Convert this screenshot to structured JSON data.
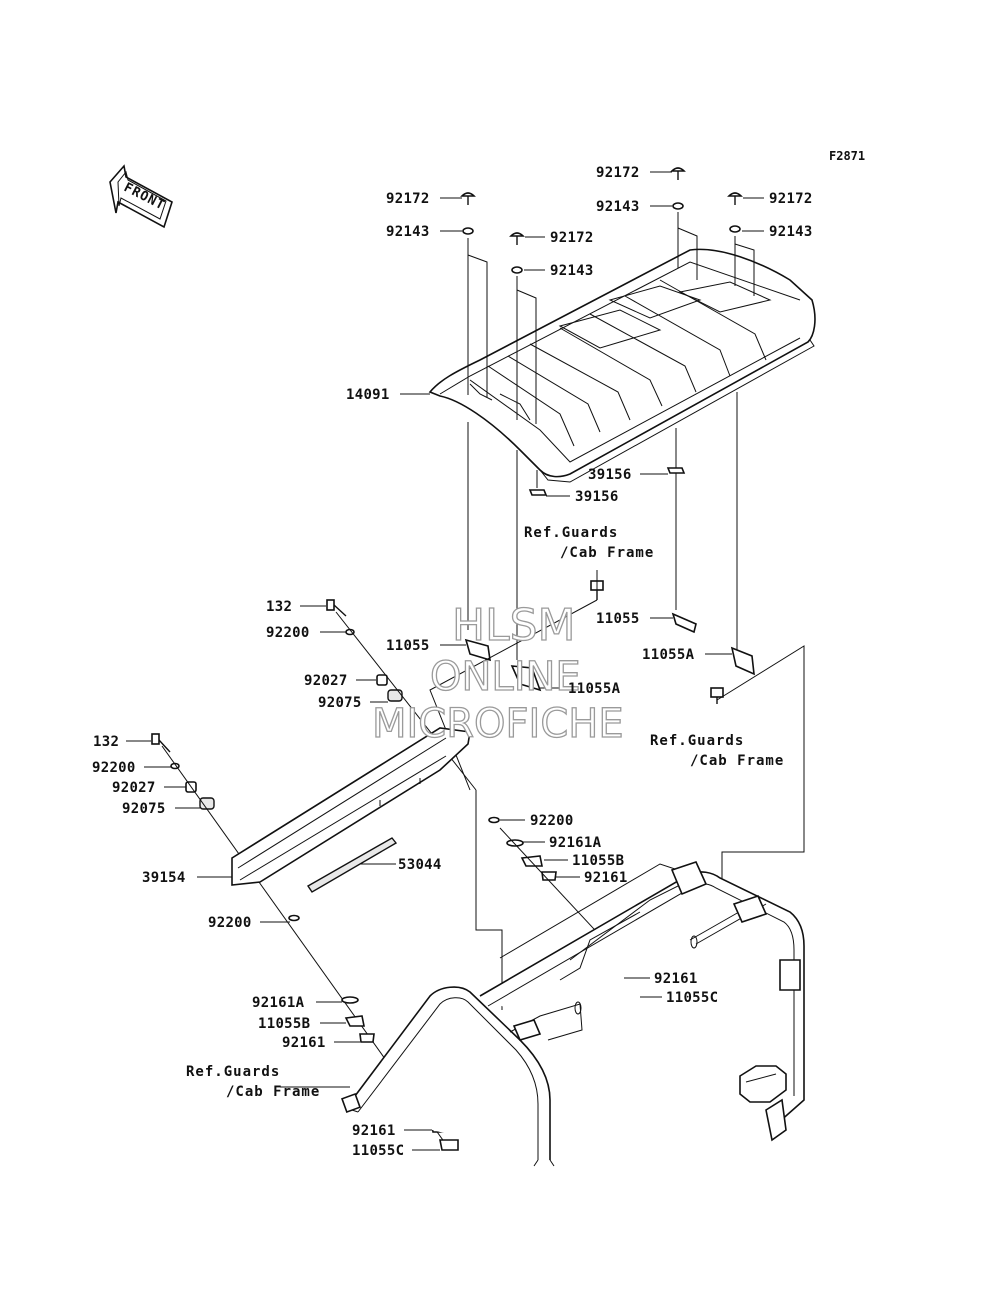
{
  "figure_id": "F2871",
  "front_arrow": {
    "text": "FRONT",
    "icon": "front-direction-arrow-icon"
  },
  "watermark": {
    "line1": "HLSM",
    "line2": "ONLINE",
    "line3": "MICROFICHE"
  },
  "references": [
    {
      "line1": "Ref.Guards",
      "line2": "/Cab Frame"
    },
    {
      "line1": "Ref.Guards",
      "line2": "/Cab Frame"
    },
    {
      "line1": "Ref.Guards",
      "line2": "/Cab Frame"
    }
  ],
  "labels": {
    "p14091": "14091",
    "p92172_a": "92172",
    "p92143_a": "92143",
    "p92172_b": "92172",
    "p92143_b": "92143",
    "p92172_c": "92172",
    "p92143_c": "92143",
    "p92172_d": "92172",
    "p92143_d": "92143",
    "p39156_a": "39156",
    "p39156_b": "39156",
    "p11055_a": "11055",
    "p11055_b": "11055",
    "p11055A_a": "11055A",
    "p11055A_b": "11055A",
    "p132_a": "132",
    "p92200_a": "92200",
    "p92027_a": "92027",
    "p92075_a": "92075",
    "p132_b": "132",
    "p92200_b": "92200",
    "p92027_b": "92027",
    "p92075_b": "92075",
    "p39154": "39154",
    "p53044": "53044",
    "p92200_c": "92200",
    "p92200_d": "92200",
    "p92161A_a": "92161A",
    "p11055B_a": "11055B",
    "p92161_a": "92161",
    "p92161A_b": "92161A",
    "p11055B_b": "11055B",
    "p92161_b": "92161",
    "p92161_c": "92161",
    "p11055C_a": "11055C",
    "p92161_d": "92161",
    "p11055C_b": "11055C"
  }
}
